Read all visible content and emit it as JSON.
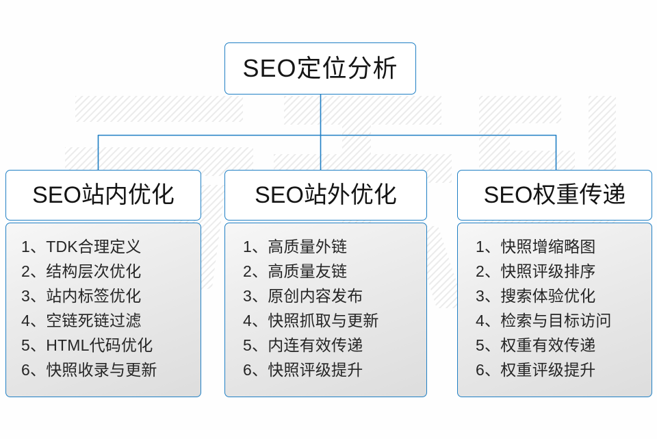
{
  "diagram": {
    "type": "org-tree",
    "root": {
      "title": "SEO定位分析"
    },
    "columns": [
      {
        "header": "SEO站内优化",
        "items": [
          "1、TDK合理定义",
          "2、结构层次优化",
          "3、站内标签优化",
          "4、空链死链过滤",
          "5、HTML代码优化",
          "6、快照收录与更新"
        ]
      },
      {
        "header": "SEO站外优化",
        "items": [
          "1、高质量外链",
          "2、高质量友链",
          "3、原创内容发布",
          "4、快照抓取与更新",
          "5、内连有效传递",
          "6、快照评级提升"
        ]
      },
      {
        "header": "SEO权重传递",
        "items": [
          "1、快照增缩略图",
          "2、快照评级排序",
          "3、搜索体验优化",
          "4、检索与目标访问",
          "5、权重有效传递",
          "6、权重评级提升"
        ]
      }
    ],
    "watermark": {
      "text": "云无限",
      "visible": true
    },
    "colors": {
      "border_blue": "#1f7fc4",
      "connector_blue": "#1f7fc4",
      "text_dark": "#151515",
      "body_gradient_top": "#f7f7f7",
      "body_gradient_bottom": "#dddddd",
      "background": "#fefefe",
      "watermark_gray": "#ededed"
    }
  }
}
